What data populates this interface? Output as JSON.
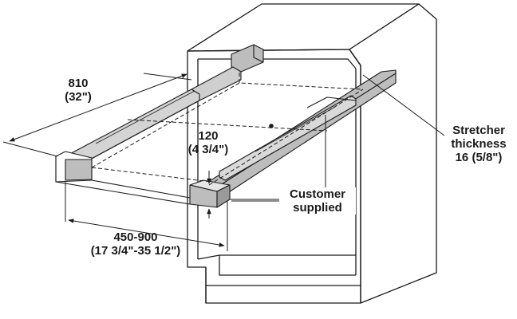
{
  "dimensions": {
    "overall_depth": {
      "mm": "810",
      "inch": "(32\")"
    },
    "stretcher_height": {
      "mm": "120",
      "inch": "(4 3/4\")"
    },
    "drawer_depth_range": {
      "mm": "450-900",
      "inch": "(17 3/4\"-35 1/2\")"
    }
  },
  "callouts": {
    "customer_supplied": [
      "Customer",
      "supplied"
    ],
    "stretcher": [
      "Stretcher",
      "thickness",
      "16 (5/8\")"
    ]
  },
  "colors": {
    "line": "#1a1a1a",
    "rail_fill": "#bdbdbd",
    "rail_dark": "#9a9a9a"
  }
}
